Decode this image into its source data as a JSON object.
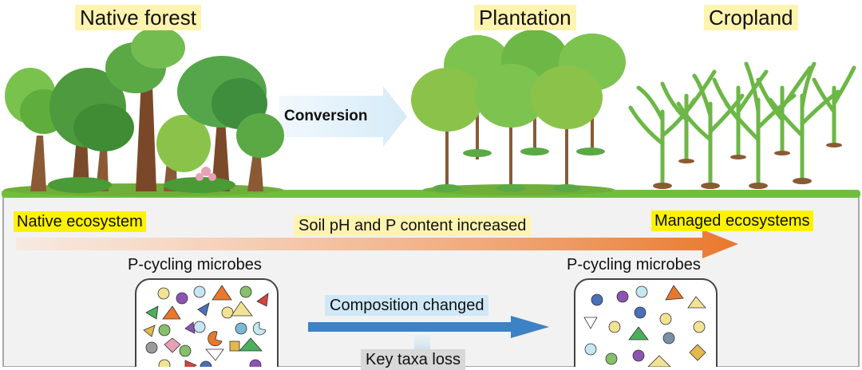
{
  "labels": {
    "native_forest": "Native forest",
    "plantation": "Plantation",
    "cropland": "Cropland",
    "conversion": "Conversion",
    "native_ecosystem": "Native ecosystem",
    "managed_ecosystems": "Managed ecosystems",
    "soil_change": "Soil pH and P content increased",
    "microbes_left": "P-cycling microbes",
    "microbes_right": "P-cycling microbes",
    "composition": "Composition changed",
    "key_taxa": "Key taxa loss"
  },
  "colors": {
    "soil_panel": "#f2f2f2",
    "ground": "#6fbf3f",
    "gradient_start": "#fbe3d3",
    "gradient_end": "#e9772c",
    "composition_arrow": "#3d82c4",
    "conversion_arrow": "#d9ecf8",
    "highlight_yellow": "#fff3b0",
    "highlight_bright": "#fff200"
  },
  "microbe_colors": {
    "left": [
      "#f2e394",
      "#4ab05a",
      "#c6e7f2",
      "#e9772c",
      "#86c06a",
      "#4b6fb8",
      "#8c53b3",
      "#e4b84a",
      "#d7433b",
      "#7ab8d3",
      "#9b9b9b",
      "#e7a0b4"
    ],
    "right": [
      "#4b6fb8",
      "#8c53b3",
      "#c6e7f2",
      "#e9772c",
      "#f2e394",
      "#4ab05a",
      "#7a8fa8",
      "#e4b84a"
    ]
  }
}
